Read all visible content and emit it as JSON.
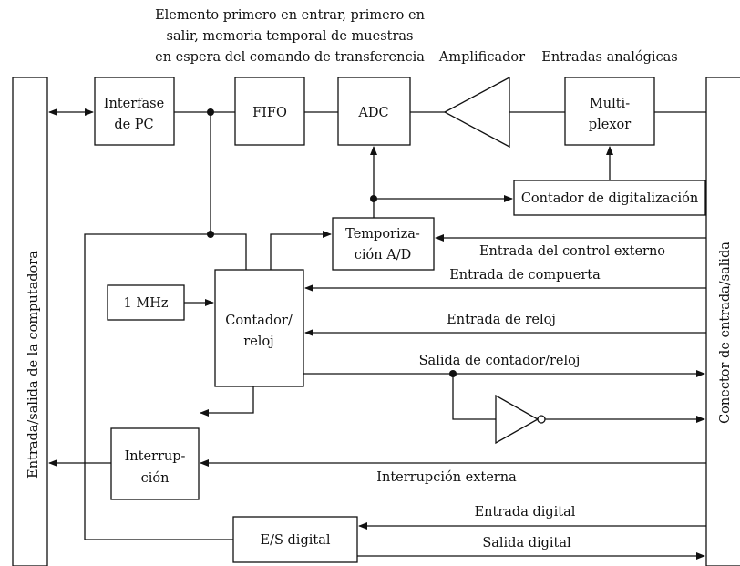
{
  "top_note": {
    "line1": "Elemento primero en entrar, primero en",
    "line2": "salir, memoria temporal de muestras",
    "line3": "en espera del comando de transferencia"
  },
  "labels": {
    "amplificador": "Amplificador",
    "entradas_analogicas": "Entradas analógicas",
    "entrada_control_externo": "Entrada del control externo",
    "entrada_compuerta": "Entrada de compuerta",
    "entrada_reloj": "Entrada de reloj",
    "salida_contador_reloj": "Salida de contador/reloj",
    "interrupcion_externa": "Interrupción externa",
    "entrada_digital": "Entrada digital",
    "salida_digital": "Salida digital"
  },
  "left_bus": "Entrada/salida de la computadora",
  "right_bus": "Conector de entrada/salida",
  "blocks": {
    "interfase_pc": {
      "line1": "Interfase",
      "line2": "de PC"
    },
    "fifo": "FIFO",
    "adc": "ADC",
    "multiplexor": {
      "line1": "Multi-",
      "line2": "plexor"
    },
    "contador_digitalizacion": "Contador de digitalización",
    "temporizacion": {
      "line1": "Temporiza-",
      "line2": "ción A/D"
    },
    "osc_1mhz": "1 MHz",
    "contador_reloj": {
      "line1": "Contador/",
      "line2": "reloj"
    },
    "interrupcion": {
      "line1": "Interrup-",
      "line2": "ción"
    },
    "es_digital": "E/S digital"
  }
}
